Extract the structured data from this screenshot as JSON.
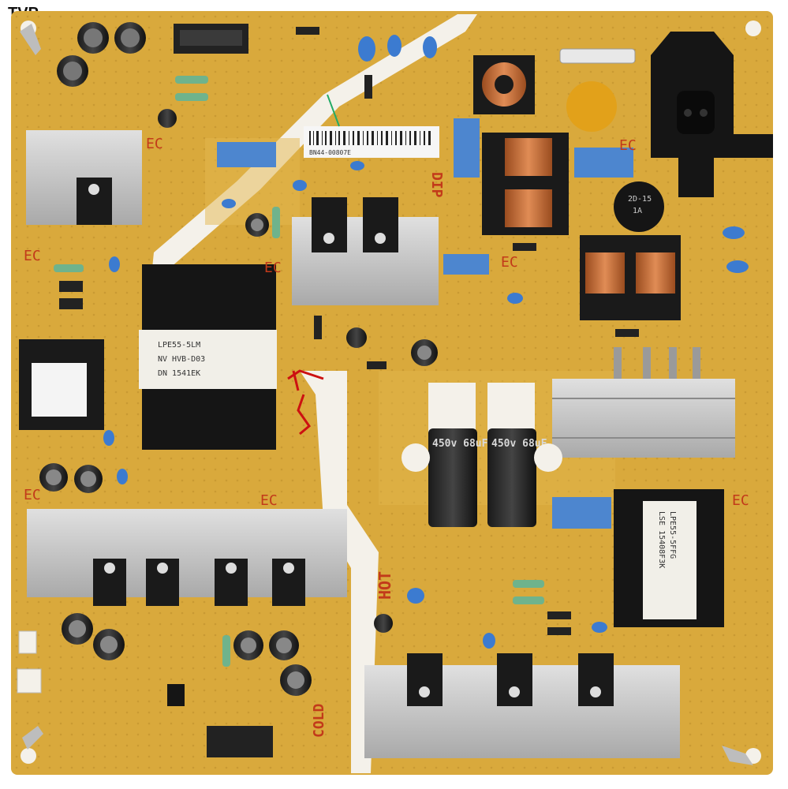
{
  "watermark": "TVP",
  "board": {
    "silkscreen": {
      "hot": "HOT",
      "cold": "COLD",
      "dip": "DIP",
      "ec": "EC"
    },
    "transformer_main_label": [
      "LPE55-5LM",
      "NV HVB-D03",
      "DN 1541EK"
    ],
    "transformer_right_label": [
      "LPE55-5FFG",
      "LSE 15408F3K"
    ],
    "bulk_capacitor_text": [
      "450v 68uF",
      "450v 68uF"
    ],
    "thermistor_text": [
      "2D-15",
      "1A"
    ],
    "barcode_text": "BN44-00807E"
  },
  "colors": {
    "pcb": "#d9a93c",
    "pcb_dark": "#c89530",
    "trace": "#e3b84e",
    "heatsink": "#c9c9c9",
    "silkscreen": "#c23a1a"
  }
}
